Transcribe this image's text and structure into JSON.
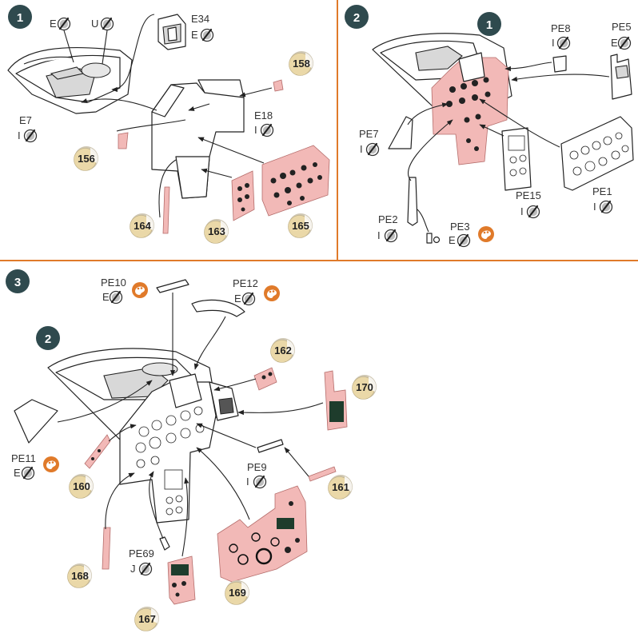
{
  "colors": {
    "step_badge": "#2f4a4e",
    "divider": "#e07a2a",
    "decal_badge": "#ead8a8",
    "decal_pink": "#f2b9b7",
    "paint_icon": "#e07a2a"
  },
  "icons": [
    "glue-brush-icon",
    "paint-palette-icon",
    "decal-badge-icon"
  ],
  "step1": {
    "step_number": "1",
    "labels": {
      "e": "E",
      "u": "U",
      "e34_name": "E34",
      "e34_sub": "E",
      "e7_name": "E7",
      "e7_sub": "I",
      "e18_name": "E18",
      "e18_sub": "I"
    },
    "decals": [
      "158",
      "156",
      "164",
      "163",
      "165"
    ]
  },
  "step2": {
    "step_number": "2",
    "sub_number": "1",
    "labels": {
      "pe8_name": "PE8",
      "pe8_sub": "I",
      "pe5_name": "PE5",
      "pe5_sub": "E",
      "pe7_name": "PE7",
      "pe7_sub": "I",
      "pe15_name": "PE15",
      "pe15_sub": "I",
      "pe1_name": "PE1",
      "pe1_sub": "I",
      "pe2_name": "PE2",
      "pe2_sub": "I",
      "pe3_name": "PE3",
      "pe3_sub": "E"
    }
  },
  "step3": {
    "step_number": "3",
    "sub_number": "2",
    "labels": {
      "pe10_name": "PE10",
      "pe10_sub": "E",
      "pe12_name": "PE12",
      "pe12_sub": "E",
      "pe11_name": "PE11",
      "pe11_sub": "E",
      "pe9_name": "PE9",
      "pe9_sub": "I",
      "pe69_name": "PE69",
      "pe69_sub": "J"
    },
    "decals": [
      "162",
      "170",
      "160",
      "161",
      "168",
      "169",
      "167"
    ]
  }
}
